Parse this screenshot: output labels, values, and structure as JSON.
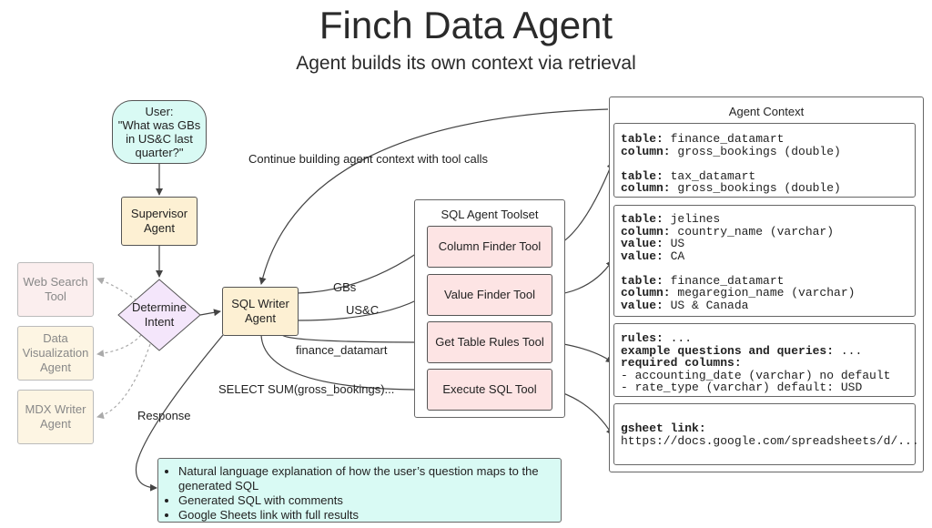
{
  "title": "Finch Data Agent",
  "subtitle": "Agent builds its own context via retrieval",
  "nodes": {
    "user": "User:\n\"What was GBs\nin US&C last\nquarter?\"",
    "supervisor": "Supervisor\nAgent",
    "intent": "Determine\nIntent",
    "sql_writer": "SQL Writer\nAgent",
    "web_search": "Web Search\nTool",
    "data_viz": "Data\nVisualization\nAgent",
    "mdx_writer": "MDX Writer\nAgent"
  },
  "toolset": {
    "title": "SQL Agent Toolset",
    "tools": [
      "Column Finder Tool",
      "Value Finder Tool",
      "Get Table Rules Tool",
      "Execute SQL Tool"
    ]
  },
  "edge_labels": {
    "gbs": "GBs",
    "usc": "US&C",
    "finance": "finance_datamart",
    "select": "SELECT SUM(gross_bookings)...",
    "continue": "Continue building agent context with tool calls",
    "response": "Response"
  },
  "context": {
    "title": "Agent Context",
    "box1": [
      {
        "k": "table",
        "v": " finance_datamart"
      },
      {
        "k": "column",
        "v": " gross_bookings (double)"
      },
      {
        "k": "",
        "v": ""
      },
      {
        "k": "table",
        "v": " tax_datamart"
      },
      {
        "k": "column",
        "v": " gross_bookings (double)"
      }
    ],
    "box2": [
      {
        "k": "table",
        "v": " jelines"
      },
      {
        "k": "column",
        "v": " country_name (varchar)"
      },
      {
        "k": "value",
        "v": " US"
      },
      {
        "k": "value",
        "v": " CA"
      },
      {
        "k": "",
        "v": ""
      },
      {
        "k": "table",
        "v": " finance_datamart"
      },
      {
        "k": "column",
        "v": " megaregion_name (varchar)"
      },
      {
        "k": "value",
        "v": " US & Canada"
      }
    ],
    "box3": [
      {
        "k": "rules",
        "v": " ..."
      },
      {
        "k": "example questions and queries",
        "v": " ..."
      },
      {
        "k": "required columns",
        "v": ""
      },
      {
        "k": "",
        "v": "- accounting_date (varchar) no default"
      },
      {
        "k": "",
        "v": "- rate_type (varchar) default: USD"
      }
    ],
    "box4": [
      {
        "k": "gsheet link",
        "v": ""
      },
      {
        "k": "",
        "v": "https://docs.google.com/spreadsheets/d/..."
      }
    ]
  },
  "response_items": [
    "Natural language explanation of how the user’s question maps to the generated SQL",
    "Generated SQL with comments",
    "Google Sheets link with full results"
  ]
}
